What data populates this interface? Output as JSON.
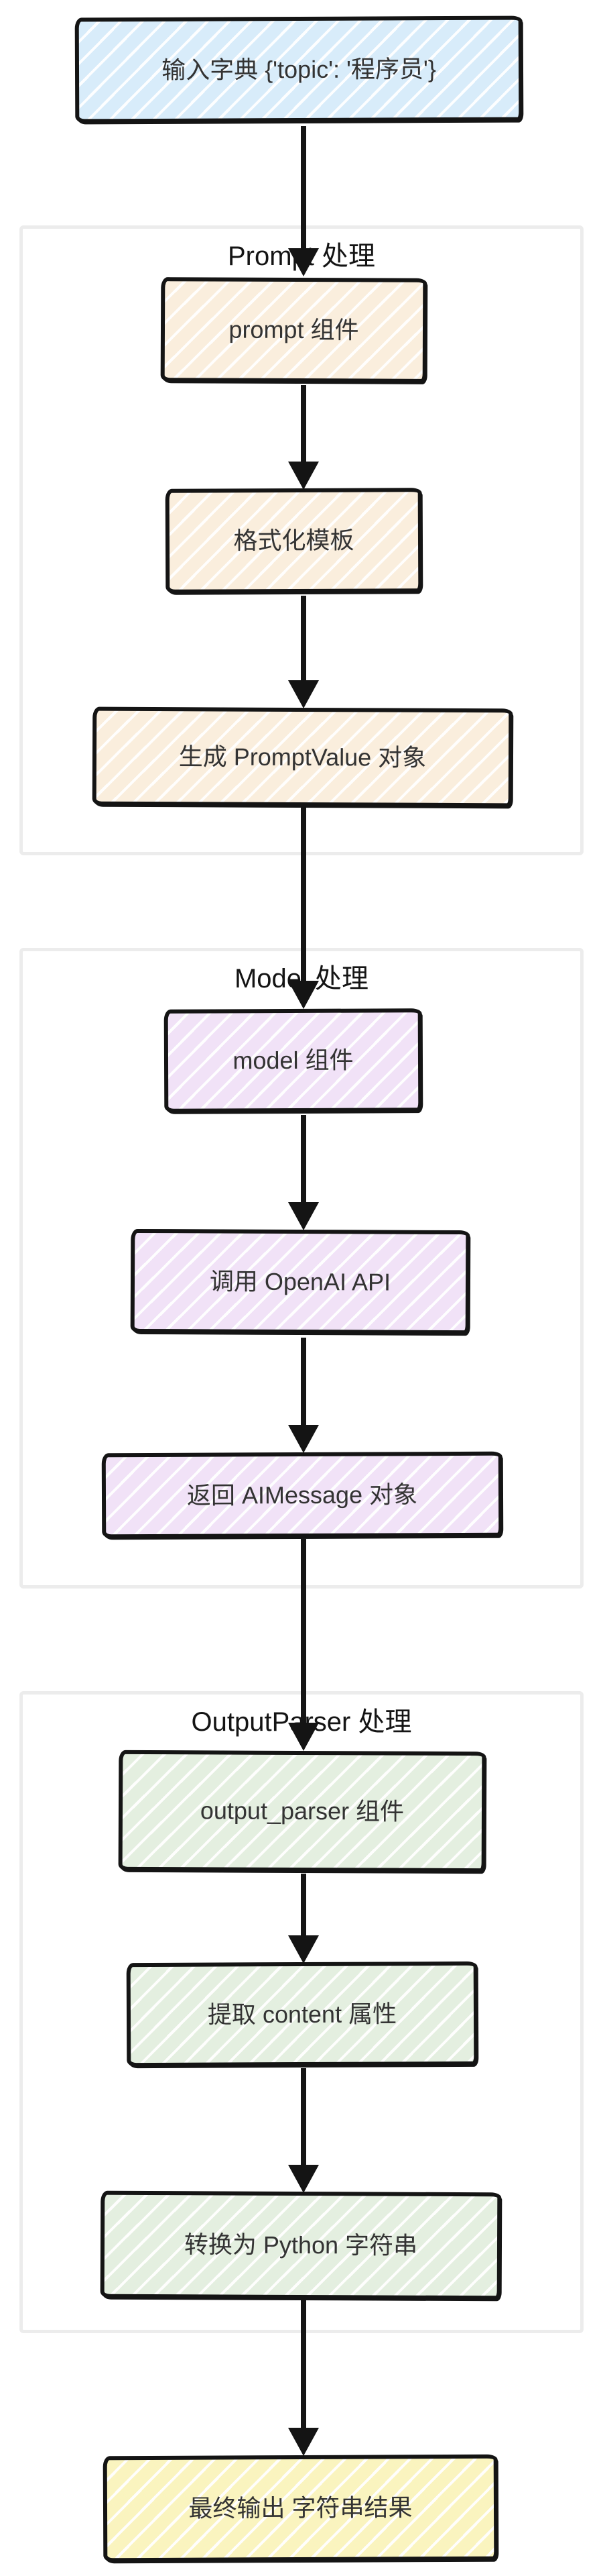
{
  "diagram": {
    "input": {
      "label": "输入字典 {'topic': '程序员'}",
      "fill": "#d8ecfa"
    },
    "groups": [
      {
        "label": "Prompt 处理",
        "fill": "#faeedd",
        "nodes": [
          {
            "label": "prompt 组件"
          },
          {
            "label": "格式化模板"
          },
          {
            "label": "生成 PromptValue 对象"
          }
        ]
      },
      {
        "label": "Model 处理",
        "fill": "#f1e2f7",
        "nodes": [
          {
            "label": "model 组件"
          },
          {
            "label": "调用 OpenAI API"
          },
          {
            "label": "返回 AIMessage 对象"
          }
        ]
      },
      {
        "label": "OutputParser 处理",
        "fill": "#e4efe0",
        "nodes": [
          {
            "label": "output_parser 组件"
          },
          {
            "label": "提取 content 属性"
          },
          {
            "label": "转换为 Python 字符串"
          }
        ]
      }
    ],
    "output": {
      "label": "最终输出 字符串结果",
      "fill": "#faf4bf"
    }
  },
  "colors": {
    "arrow": "#141414",
    "node_border": "#141414",
    "group_border": "#ececec",
    "text": "#333333",
    "canvas": "#ffffff"
  }
}
